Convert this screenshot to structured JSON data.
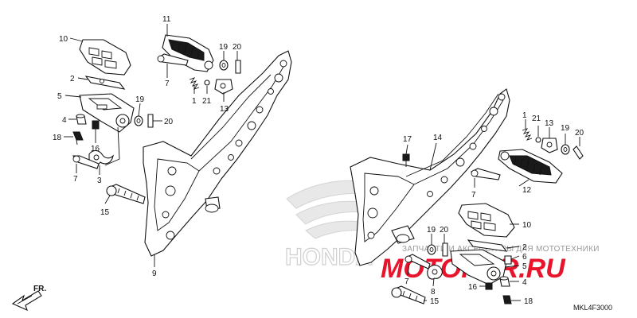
{
  "diagram": {
    "code": "MKL4F3000",
    "direction_label": "FR.",
    "watermark_text": "ЗАПЧАСТИ И АКСЕССУАРЫ ДЛЯ МОТОТЕХНИКИ",
    "brand_text": "MOTOFOR.RU",
    "callouts_left": [
      {
        "id": "11",
        "text": "11"
      },
      {
        "id": "10",
        "text": "10"
      },
      {
        "id": "19",
        "text": "19"
      },
      {
        "id": "20",
        "text": "20"
      },
      {
        "id": "2",
        "text": "2"
      },
      {
        "id": "7a",
        "text": "7"
      },
      {
        "id": "5",
        "text": "5"
      },
      {
        "id": "1",
        "text": "1"
      },
      {
        "id": "21",
        "text": "21"
      },
      {
        "id": "13",
        "text": "13"
      },
      {
        "id": "19b",
        "text": "19"
      },
      {
        "id": "4",
        "text": "4"
      },
      {
        "id": "20b",
        "text": "20"
      },
      {
        "id": "18",
        "text": "18"
      },
      {
        "id": "16",
        "text": "16"
      },
      {
        "id": "7b",
        "text": "7"
      },
      {
        "id": "3",
        "text": "3"
      },
      {
        "id": "15",
        "text": "15"
      },
      {
        "id": "9",
        "text": "9"
      }
    ],
    "callouts_right": [
      {
        "id": "17",
        "text": "17"
      },
      {
        "id": "14",
        "text": "14"
      },
      {
        "id": "1",
        "text": "1"
      },
      {
        "id": "21",
        "text": "21"
      },
      {
        "id": "13",
        "text": "13"
      },
      {
        "id": "19",
        "text": "19"
      },
      {
        "id": "20",
        "text": "20"
      },
      {
        "id": "7a",
        "text": "7"
      },
      {
        "id": "12",
        "text": "12"
      },
      {
        "id": "10",
        "text": "10"
      },
      {
        "id": "19b",
        "text": "19"
      },
      {
        "id": "20b",
        "text": "20"
      },
      {
        "id": "2",
        "text": "2"
      },
      {
        "id": "6",
        "text": "6"
      },
      {
        "id": "5",
        "text": "5"
      },
      {
        "id": "7b",
        "text": "7"
      },
      {
        "id": "8",
        "text": "8"
      },
      {
        "id": "16",
        "text": "16"
      },
      {
        "id": "4",
        "text": "4"
      },
      {
        "id": "15",
        "text": "15"
      },
      {
        "id": "18",
        "text": "18"
      }
    ]
  }
}
